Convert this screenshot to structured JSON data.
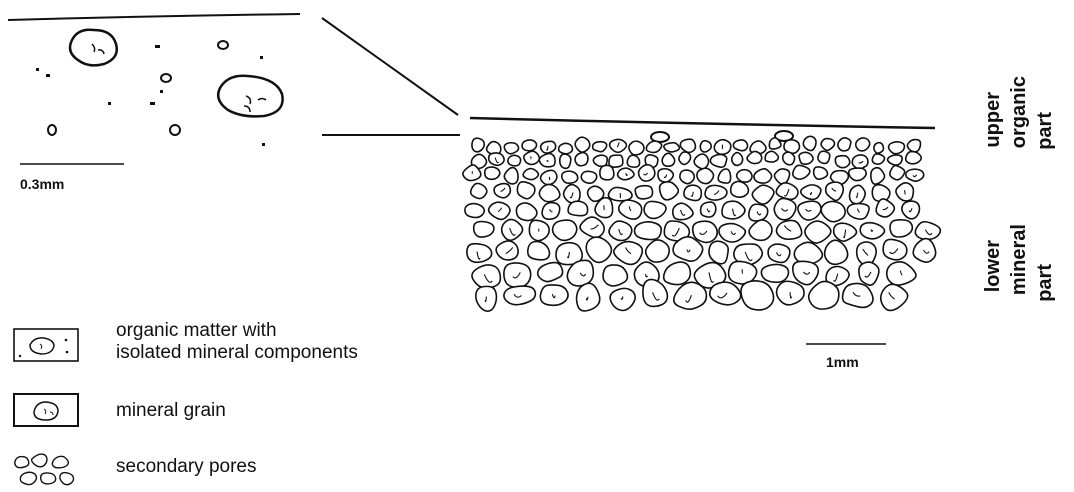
{
  "figure": {
    "inset_scale_label": "0.3mm",
    "main_scale_label": "1mm",
    "zones": {
      "upper": [
        "upper",
        "organic",
        "part"
      ],
      "lower": [
        "lower",
        "mineral",
        "part"
      ]
    },
    "legend": [
      {
        "icon": "organic-matter-swatch-icon",
        "lines": [
          "organic matter with",
          "isolated mineral components"
        ]
      },
      {
        "icon": "mineral-grain-swatch-icon",
        "lines": [
          "mineral grain"
        ]
      },
      {
        "icon": "secondary-pores-swatch-icon",
        "lines": [
          "secondary pores"
        ]
      }
    ],
    "colors": {
      "ink": "#111111",
      "paper": "#ffffff"
    }
  }
}
